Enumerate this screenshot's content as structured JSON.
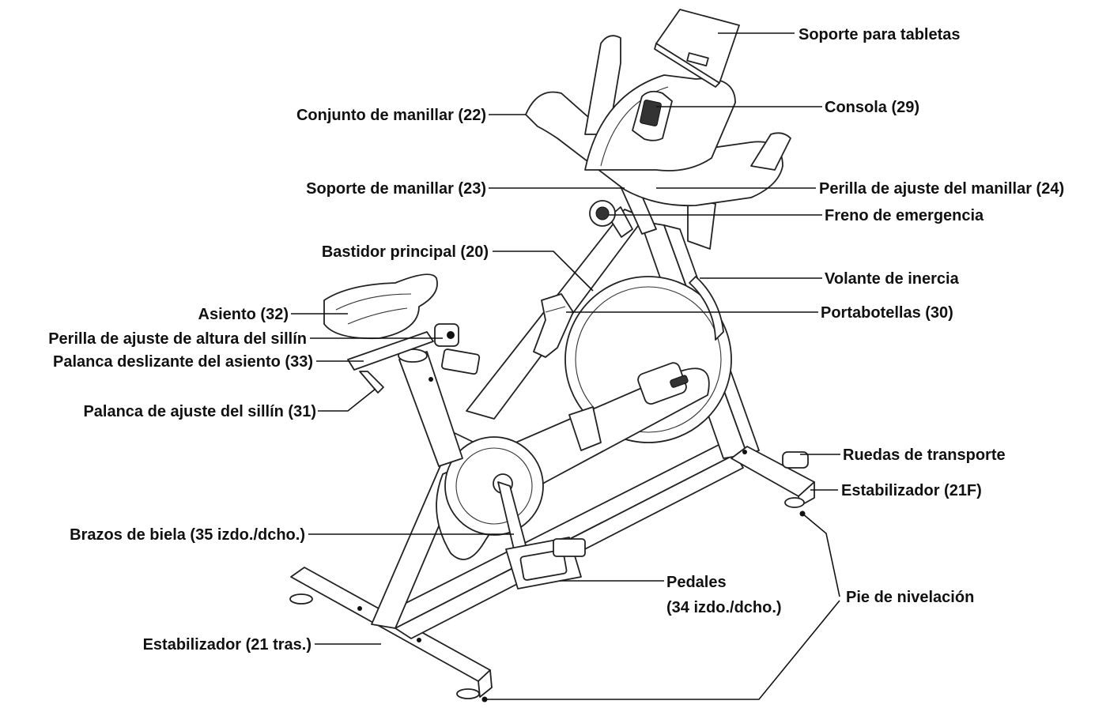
{
  "diagram": {
    "labels": {
      "tablet_holder": "Soporte para tabletas",
      "handlebar_assembly": "Conjunto de manillar (22)",
      "console": "Consola (29)",
      "handlebar_support": "Soporte de manillar (23)",
      "handlebar_knob": "Perilla de ajuste del manillar (24)",
      "emergency_brake": "Freno de emergencia",
      "main_frame": "Bastidor principal (20)",
      "flywheel": "Volante de inercia",
      "seat": "Asiento (32)",
      "bottle_holder": "Portabotellas (30)",
      "seat_height_knob": "Perilla de ajuste de altura del sillín",
      "seat_slide_lever": "Palanca deslizante del asiento (33)",
      "seat_adjust_lever": "Palanca de ajuste del sillín (31)",
      "transport_wheels": "Ruedas de transporte",
      "front_stabilizer": "Estabilizador (21F)",
      "crank_arms": "Brazos de biela (35 izdo./dcho.)",
      "pedals_line1": "Pedales",
      "pedals_line2": "(34 izdo./dcho.)",
      "leveling_foot": "Pie de nivelación",
      "rear_stabilizer": "Estabilizador (21 tras.)"
    }
  }
}
